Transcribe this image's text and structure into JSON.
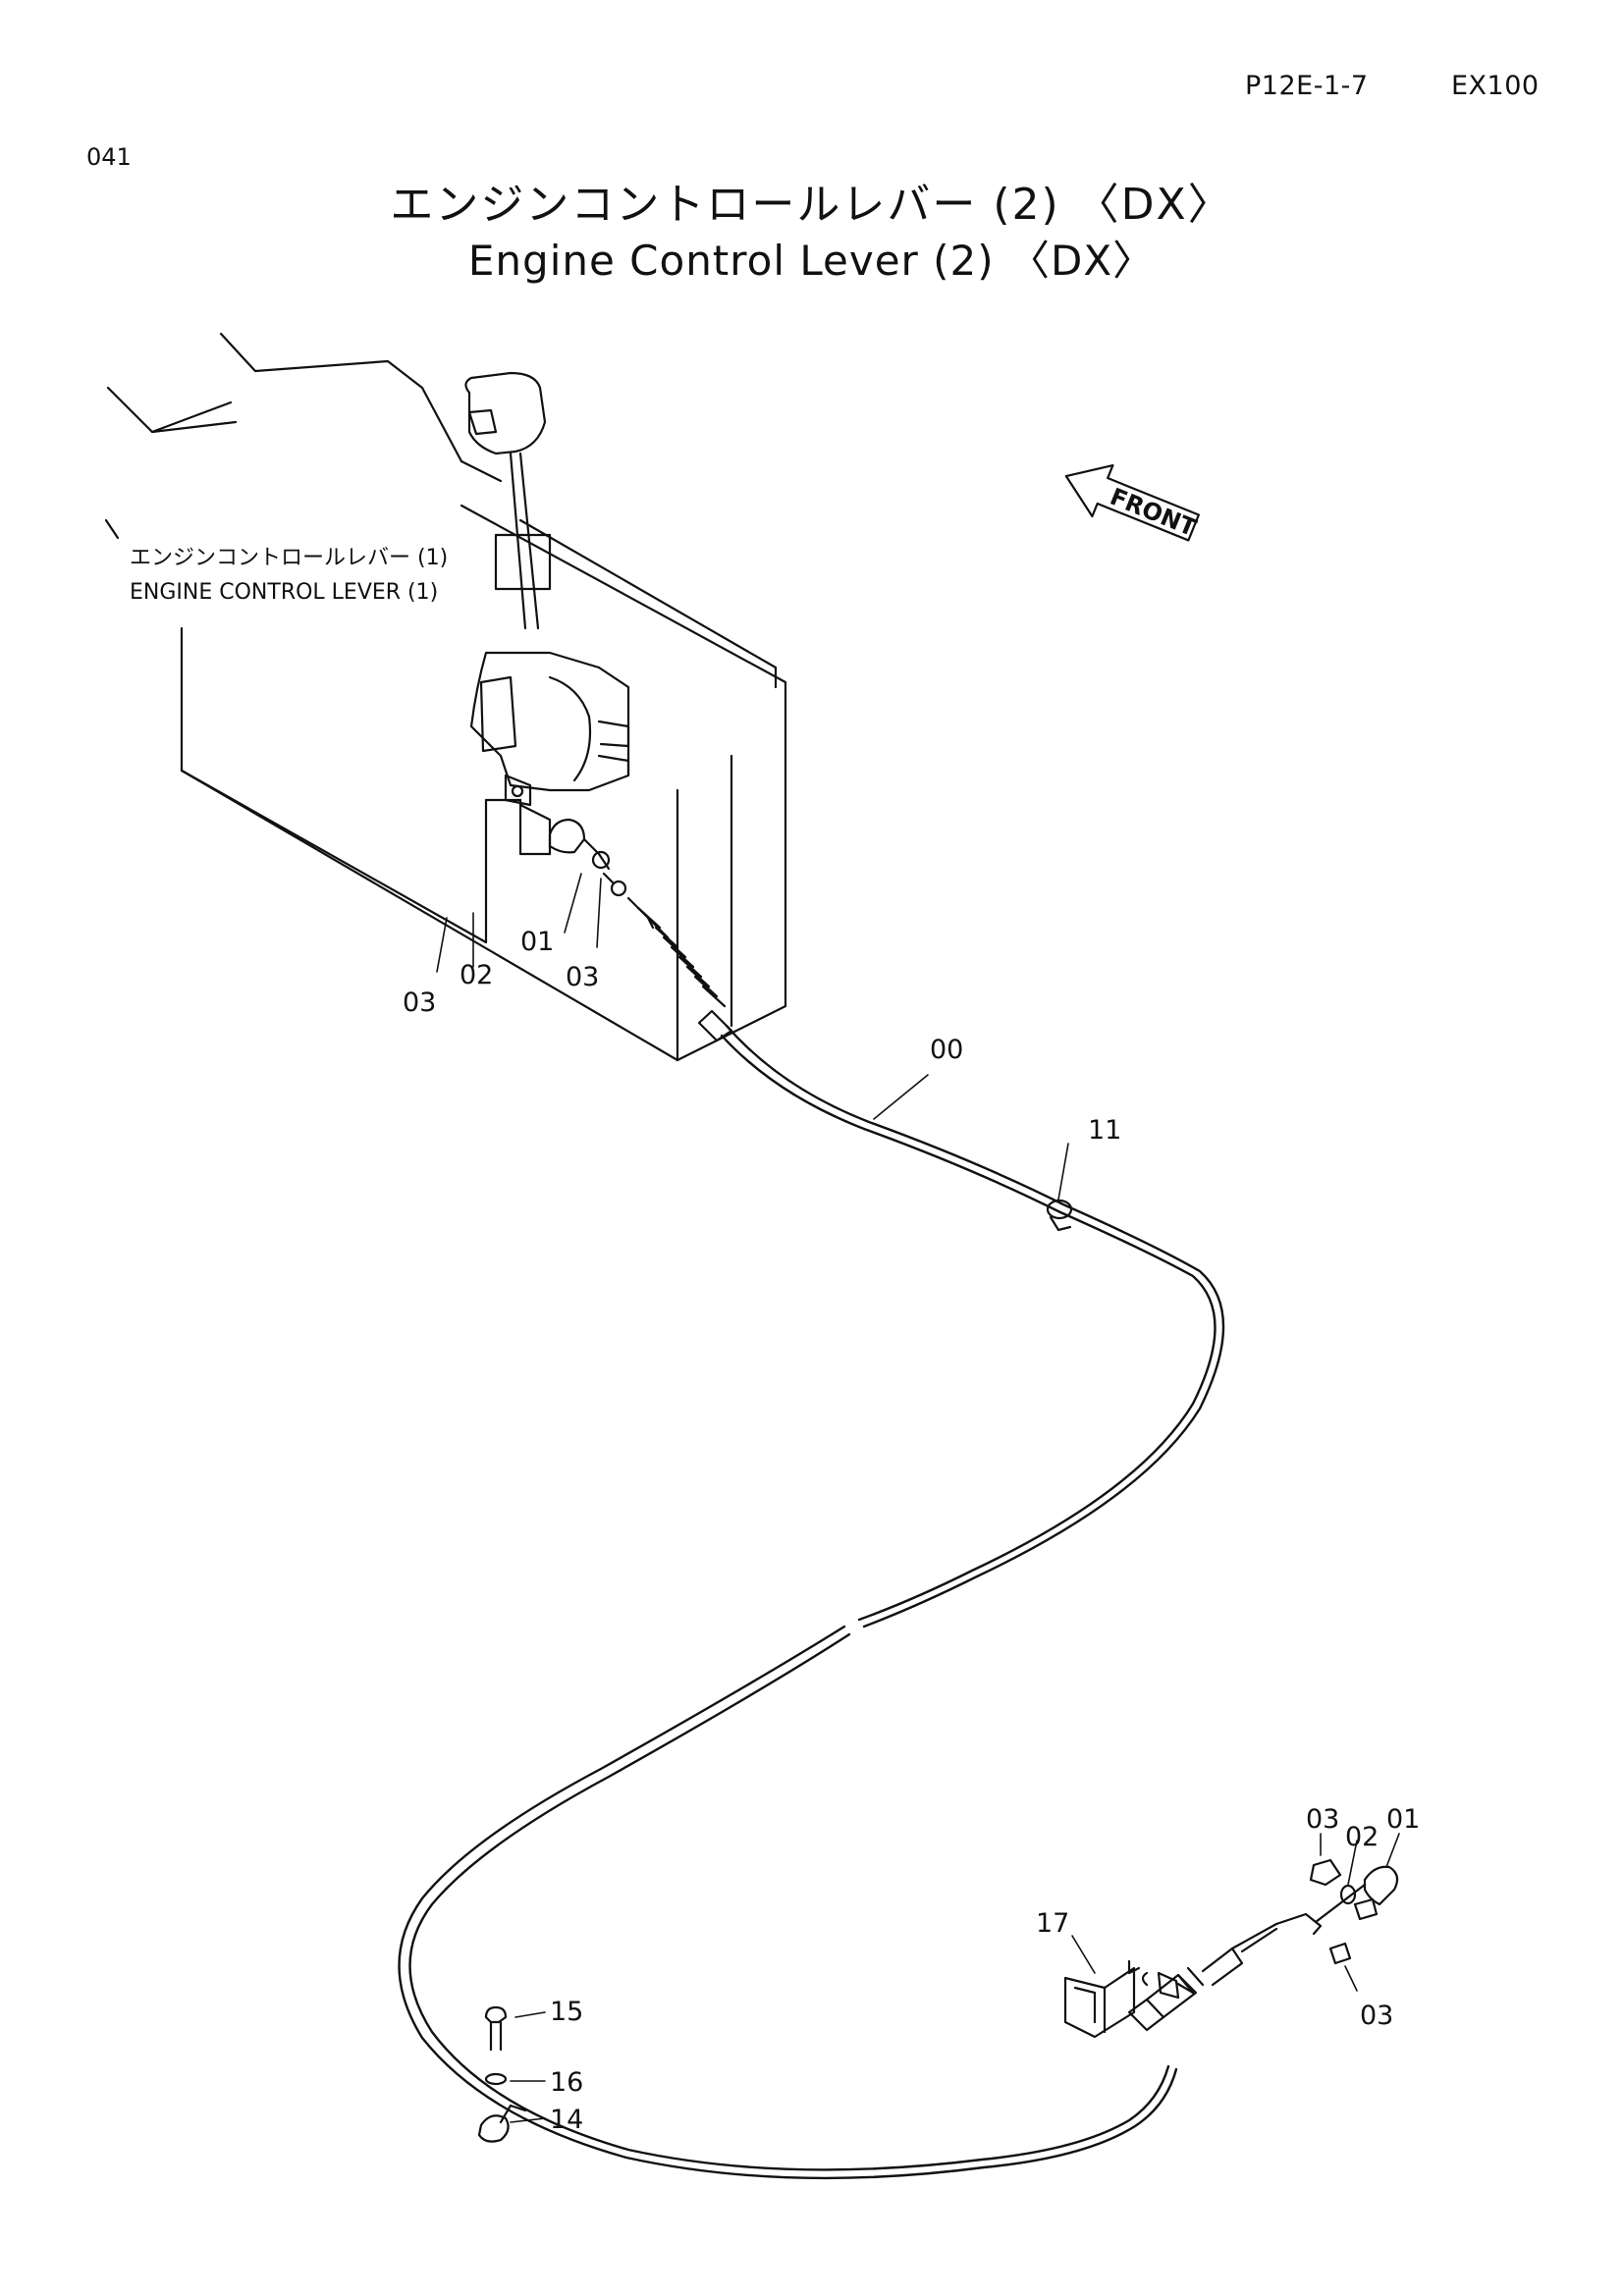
{
  "header": {
    "page_code": "P12E-1-7",
    "model": "EX100"
  },
  "figure_number": "041",
  "title": {
    "japanese": "エンジンコントロールレバー (2) 〈DX〉",
    "english": "Engine Control Lever (2) 〈DX〉"
  },
  "reference": {
    "japanese": "エンジンコントロールレバー (1)",
    "english": "ENGINE CONTROL LEVER (1)"
  },
  "front_arrow": "FRONT",
  "part_labels": {
    "cable": "00",
    "clip": "11",
    "left_ball_joint": "01",
    "left_washer": "02",
    "left_nut_outer": "03",
    "left_nut_inner": "03",
    "right_nut_top": "03",
    "right_washer": "02",
    "right_ball_joint": "01",
    "right_nut_bottom": "03",
    "bracket": "17",
    "bolt": "15",
    "lock_washer": "16",
    "clamp": "14"
  }
}
